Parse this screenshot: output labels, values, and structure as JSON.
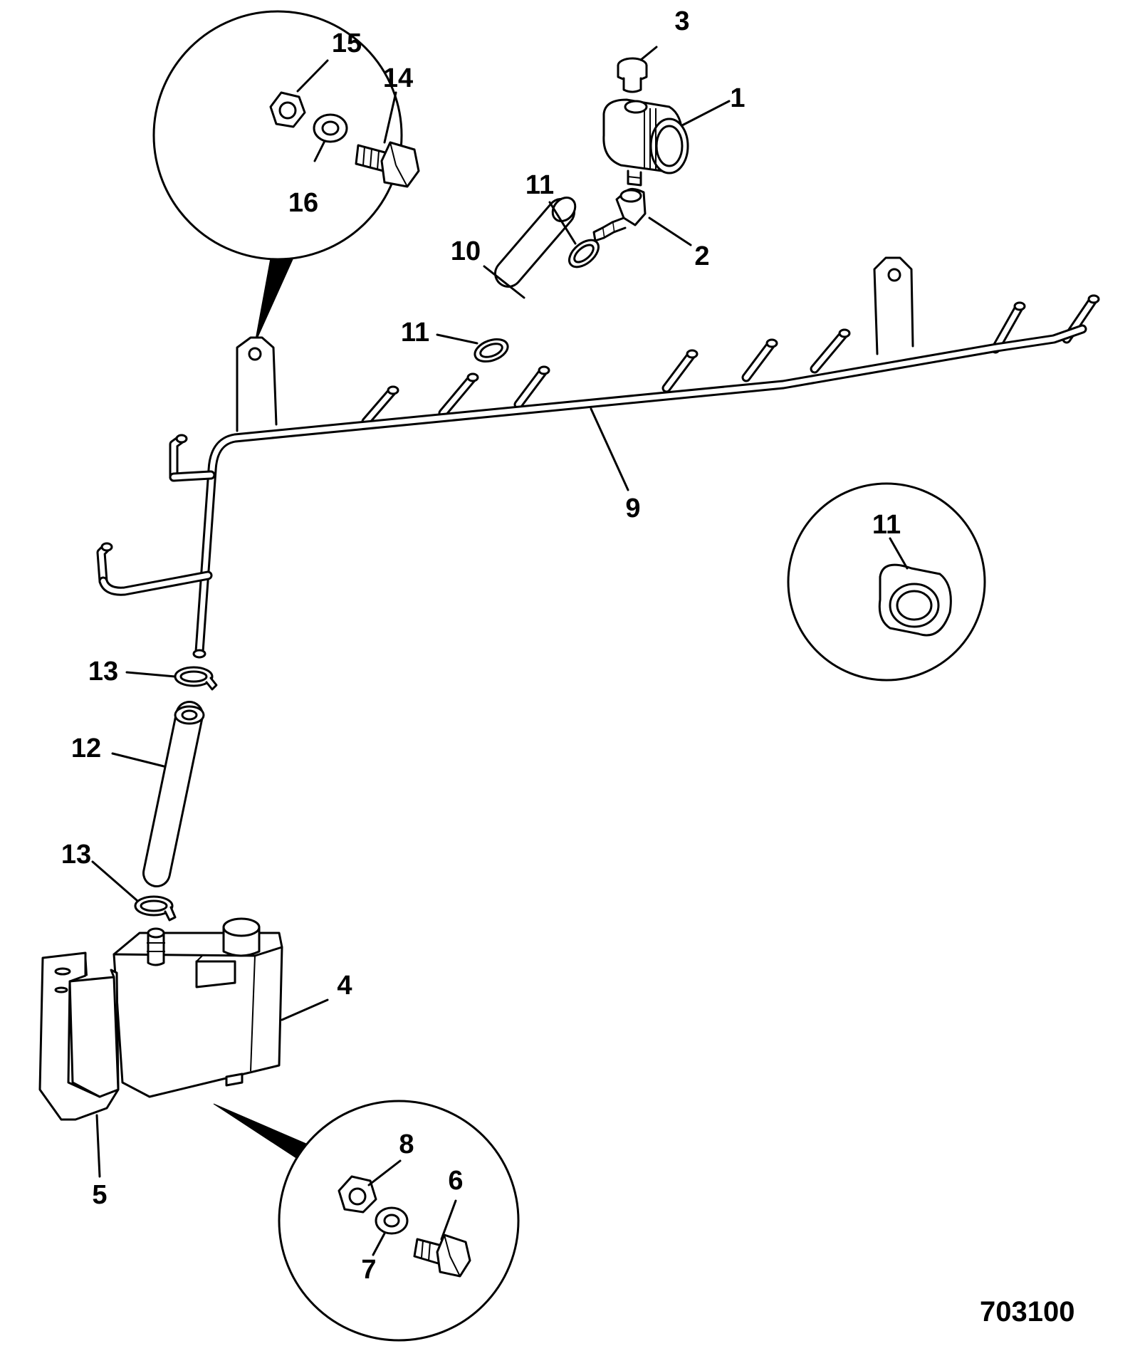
{
  "figure_number": "703100",
  "callouts": {
    "c1": "1",
    "c2": "2",
    "c3": "3",
    "c4": "4",
    "c5": "5",
    "c6": "6",
    "c7": "7",
    "c8": "8",
    "c9": "9",
    "c10": "10",
    "c11a": "11",
    "c11b": "11",
    "c11c": "11",
    "c12": "12",
    "c13a": "13",
    "c13b": "13",
    "c14": "14",
    "c15": "15",
    "c16": "16"
  }
}
